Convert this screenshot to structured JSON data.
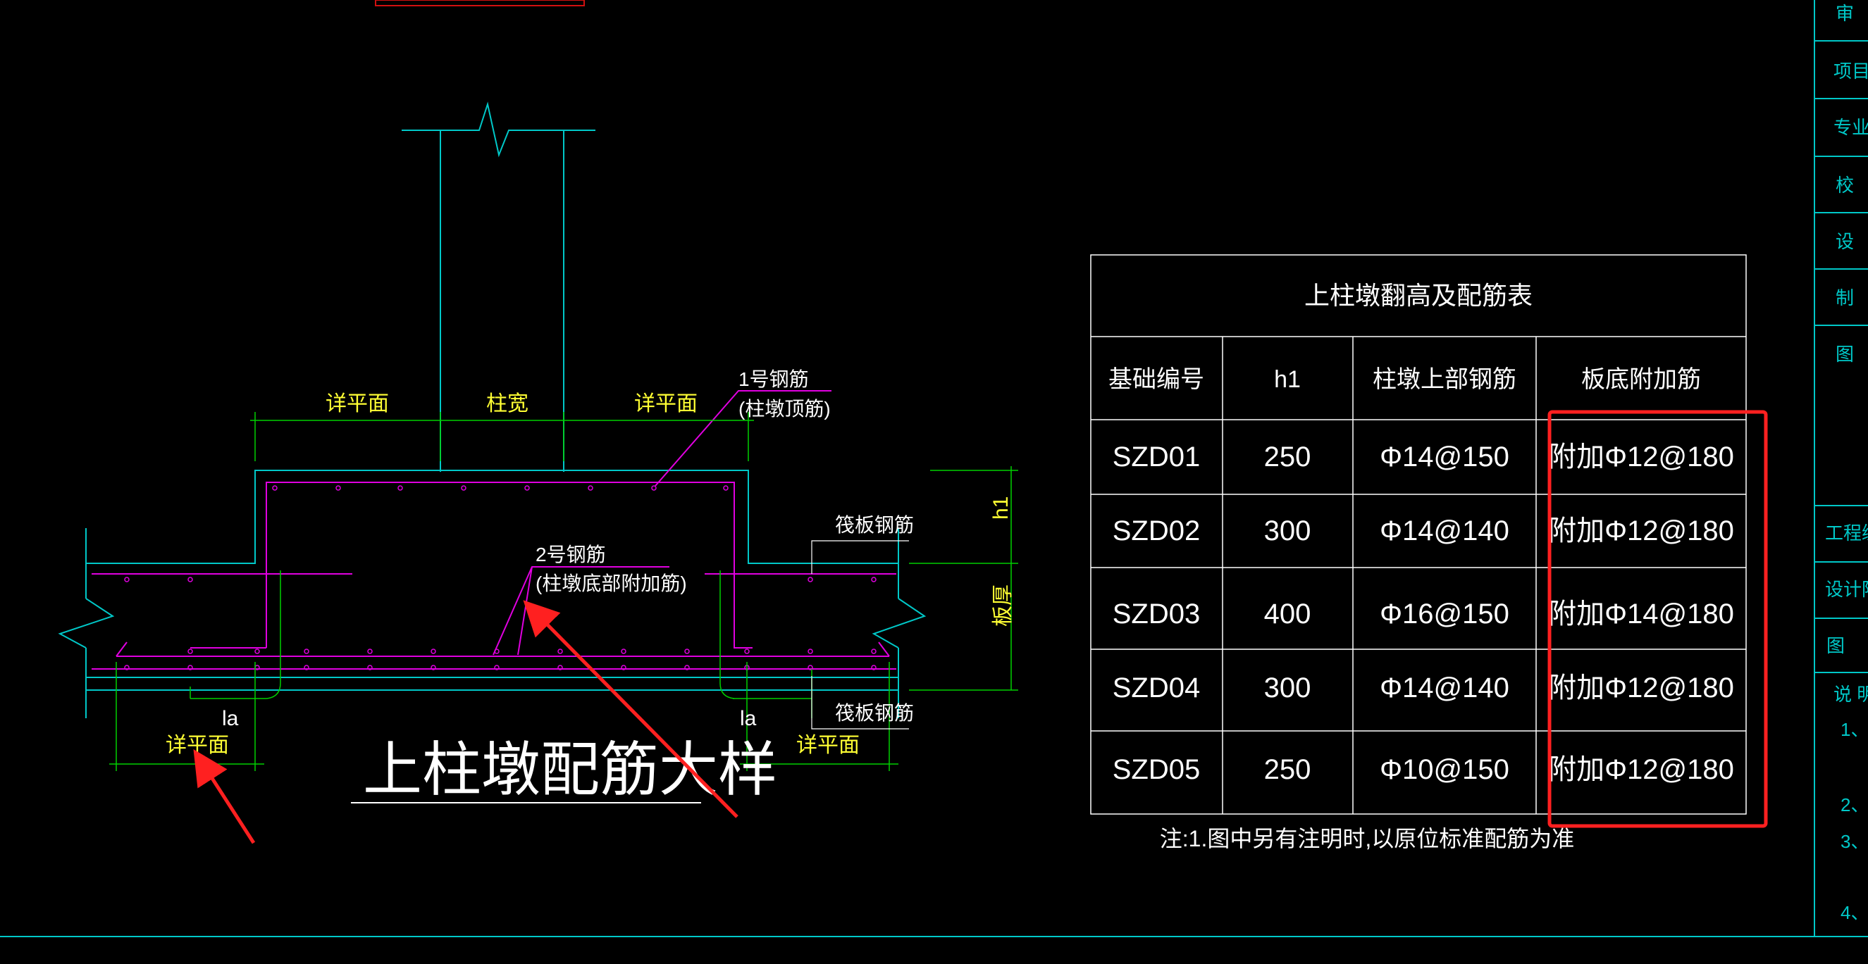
{
  "detail": {
    "title": "上柱墩配筋大样",
    "labels": {
      "detail_plan_left": "详平面",
      "column_width": "柱宽",
      "detail_plan_right": "详平面",
      "detail_plan_bottom_left": "详平面",
      "detail_plan_bottom_right": "详平面",
      "la_left": "la",
      "la_right": "la",
      "h1": "h1",
      "slab_thickness": "板厚",
      "rebar1_line1": "1号钢筋",
      "rebar1_line2": "(柱墩顶筋)",
      "rebar2_line1": "2号钢筋",
      "rebar2_line2": "(柱墩底部附加筋)",
      "raft_rebar_top": "筏板钢筋",
      "raft_rebar_bottom": "筏板钢筋"
    }
  },
  "table": {
    "title": "上柱墩翻高及配筋表",
    "headers": [
      "基础编号",
      "h1",
      "柱墩上部钢筋",
      "板底附加筋"
    ],
    "rows": [
      [
        "SZD01",
        "250",
        "Φ14@150",
        "附加Φ12@180"
      ],
      [
        "SZD02",
        "300",
        "Φ14@140",
        "附加Φ12@180"
      ],
      [
        "SZD03",
        "400",
        "Φ16@150",
        "附加Φ14@180"
      ],
      [
        "SZD04",
        "300",
        "Φ14@140",
        "附加Φ12@180"
      ],
      [
        "SZD05",
        "250",
        "Φ10@150",
        "附加Φ12@180"
      ]
    ],
    "note": "注:1.图中另有注明时,以原位标准配筋为准"
  },
  "title_block": {
    "cells": [
      "审",
      "项目",
      "专业",
      "校",
      "设",
      "制",
      "图",
      "工程编",
      "设计阶",
      "图",
      "说 明"
    ],
    "notes": [
      "1、",
      "2、",
      "3、",
      "4、"
    ]
  },
  "colors": {
    "concrete_outline": "#00c8c8",
    "rebar": "#e000e0",
    "dimension": "#00d000",
    "label_text": "#ffff33",
    "table_text": "#ffffff",
    "highlight": "#ff2020"
  }
}
